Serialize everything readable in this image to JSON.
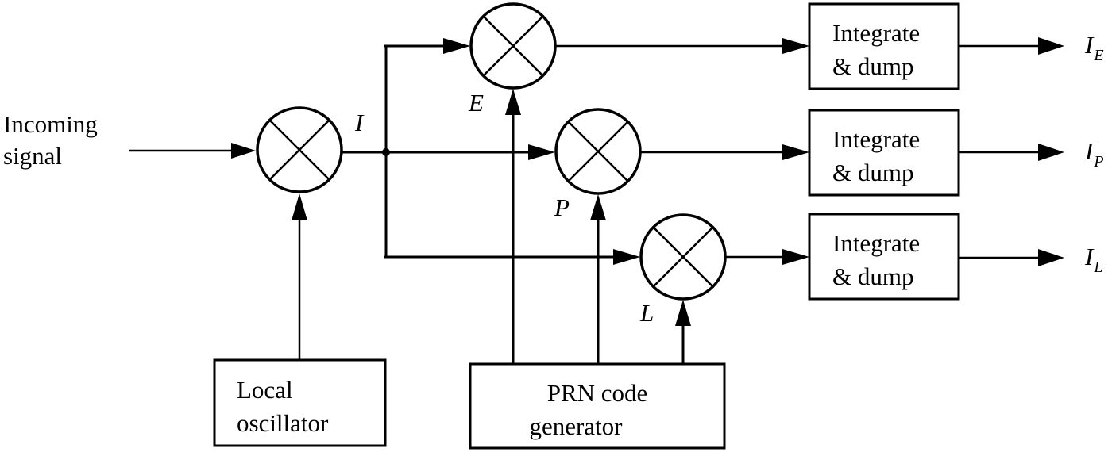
{
  "diagram": {
    "title": "Early-Prompt-Late correlator block diagram",
    "input": {
      "label_line1": "Incoming",
      "label_line2": "signal"
    },
    "main_mixer": {
      "output_label": "I"
    },
    "mixers": [
      {
        "id": "E",
        "label": "E"
      },
      {
        "id": "P",
        "label": "P"
      },
      {
        "id": "L",
        "label": "L"
      }
    ],
    "integrators": [
      {
        "line1": "Integrate",
        "line2": "& dump",
        "output_main": "I",
        "output_sub": "E"
      },
      {
        "line1": "Integrate",
        "line2": "& dump",
        "output_main": "I",
        "output_sub": "P"
      },
      {
        "line1": "Integrate",
        "line2": "& dump",
        "output_main": "I",
        "output_sub": "L"
      }
    ],
    "local_oscillator": {
      "line1": "Local",
      "line2": "oscillator"
    },
    "prn_generator": {
      "line1": "PRN code",
      "line2": "generator"
    },
    "colors": {
      "stroke": "#000000",
      "background": "#ffffff"
    }
  }
}
